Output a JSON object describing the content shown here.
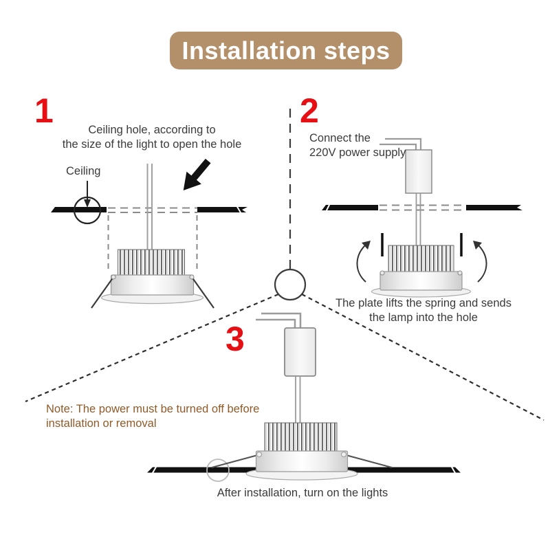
{
  "title": {
    "label": "Installation steps"
  },
  "colors": {
    "banner_bg": "#b3906a",
    "title_text": "#ffffff",
    "step_number": "#e50f14",
    "note_text": "#8f5a28",
    "body_text": "#3a3a3a"
  },
  "steps": [
    {
      "number": "1",
      "caption": "Ceiling hole, according to\nthe size of the light to open the hole",
      "ceiling_label": "Ceiling"
    },
    {
      "number": "2",
      "caption": "Connect the\n220V power supply",
      "description": "The plate lifts the spring and sends\nthe lamp into the hole"
    },
    {
      "number": "3",
      "note": "Note: The power must be turned off before\ninstallation or removal",
      "result": "After installation, turn on the lights"
    }
  ]
}
